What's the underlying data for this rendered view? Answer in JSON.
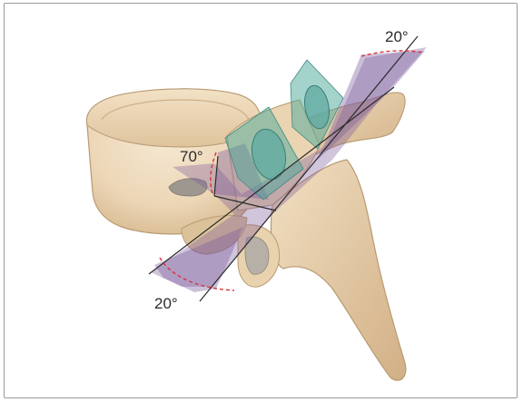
{
  "figure": {
    "labels": {
      "angle_top_right": "20°",
      "angle_left": "70°",
      "angle_bottom_left": "20°"
    },
    "colors": {
      "bone_fill": "#efdcc0",
      "bone_shade": "#d9bf98",
      "bone_outline": "#b89a72",
      "purple_plane": "#7a5a9a",
      "teal_plane": "#4aa79a",
      "dashed_arc": "#d8343a",
      "guide_line": "#2a2a2a"
    }
  }
}
